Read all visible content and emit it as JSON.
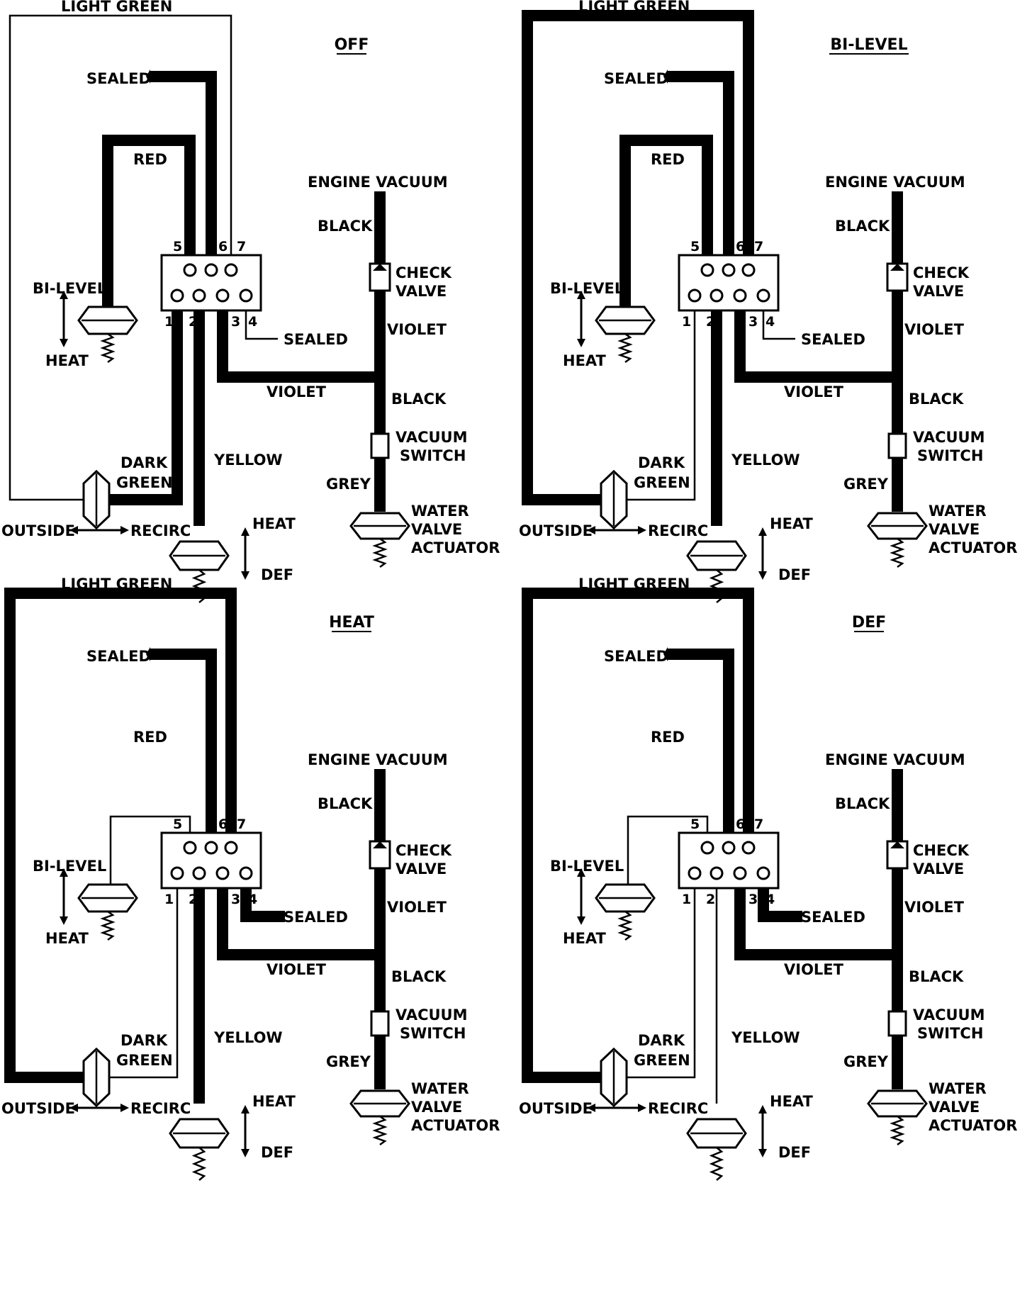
{
  "labels": {
    "light_green": "LIGHT GREEN",
    "sealed": "SEALED",
    "red": "RED",
    "engine_vacuum": "ENGINE VACUUM",
    "black": "BLACK",
    "check": "CHECK",
    "valve": "VALVE",
    "violet": "VIOLET",
    "vacuum": "VACUUM",
    "switch": "SWITCH",
    "grey": "GREY",
    "water": "WATER",
    "actuator": "ACTUATOR",
    "yellow": "YELLOW",
    "dark": "DARK",
    "green": "GREEN",
    "outside": "OUTSIDE",
    "recirc": "RECIRC",
    "heat": "HEAT",
    "def": "DEF",
    "bi_level": "BI-LEVEL"
  },
  "ports": {
    "p1": "1",
    "p2": "2",
    "p3": "3",
    "p4": "4",
    "p5": "5",
    "p6": "6",
    "p7": "7"
  },
  "panels": [
    {
      "id": "off",
      "title": "OFF",
      "lightgreen_vacuum": false,
      "red_vacuum": true,
      "sealed4_thick": false,
      "yellow_vacuum": true,
      "darkgreen_vacuum": true
    },
    {
      "id": "bilevel",
      "title": "BI-LEVEL",
      "lightgreen_vacuum": true,
      "red_vacuum": true,
      "sealed4_thick": false,
      "yellow_vacuum": true,
      "darkgreen_vacuum": false
    },
    {
      "id": "heat",
      "title": "HEAT",
      "lightgreen_vacuum": true,
      "red_vacuum": false,
      "sealed4_thick": true,
      "yellow_vacuum": true,
      "darkgreen_vacuum": false
    },
    {
      "id": "def",
      "title": "DEF",
      "lightgreen_vacuum": true,
      "red_vacuum": false,
      "sealed4_thick": true,
      "yellow_vacuum": false,
      "darkgreen_vacuum": false
    }
  ]
}
